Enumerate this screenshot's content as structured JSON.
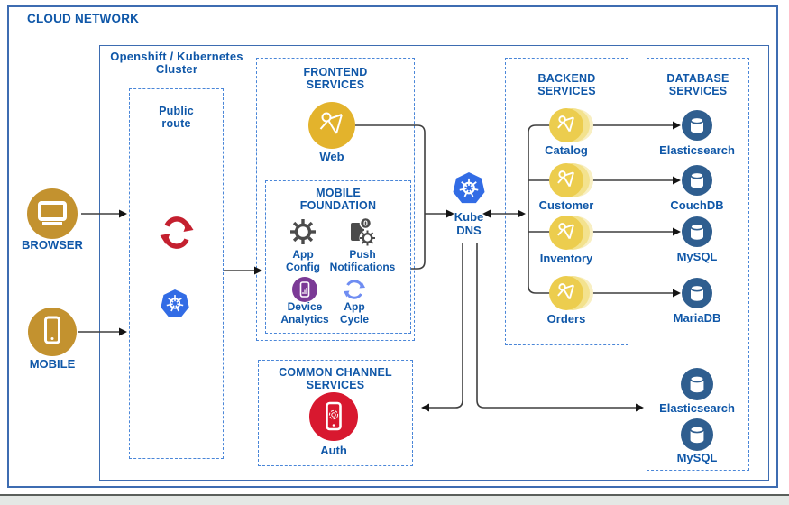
{
  "title": "CLOUD NETWORK",
  "colors": {
    "label_blue": "#0f57a8",
    "border_solid_blue": "#3d6cb1",
    "border_dashed_blue": "#4a86d8",
    "actor_gold": "#c3922f",
    "service_gold": "#e3b32c",
    "backend_gold": "#eccd4e",
    "database_navy": "#2f5e8f",
    "auth_red": "#d8182f",
    "openshift_red": "#c4202f",
    "kubernetes_blue": "#326ce5",
    "analytics_purple": "#7b3a96",
    "gray_icon": "#4b4b4b",
    "connector_gray": "#3f3f3f"
  },
  "actors": {
    "browser_label": "BROWSER",
    "mobile_label": "MOBILE"
  },
  "cluster": {
    "title_line1": "Openshift / Kubernetes",
    "title_line2": "Cluster",
    "public_route": {
      "title_line1": "Public",
      "title_line2": "route"
    },
    "frontend": {
      "title_line1": "FRONTEND",
      "title_line2": "SERVICES",
      "web_label": "Web",
      "mobile_foundation": {
        "title_line1": "MOBILE",
        "title_line2": "FOUNDATION",
        "push_badge": "0",
        "items": [
          {
            "line1": "App",
            "line2": "Config"
          },
          {
            "line1": "Push",
            "line2": "Notifications"
          },
          {
            "line1": "Device",
            "line2": "Analytics"
          },
          {
            "line1": "App",
            "line2": "Cycle"
          }
        ]
      }
    },
    "common_channel": {
      "title_line1": "COMMON CHANNEL",
      "title_line2": "SERVICES",
      "auth_label": "Auth"
    },
    "kube_dns": {
      "line1": "Kube",
      "line2": "DNS"
    },
    "backend": {
      "title_line1": "BACKEND",
      "title_line2": "SERVICES",
      "services": [
        "Catalog",
        "Customer",
        "Inventory",
        "Orders"
      ]
    },
    "database": {
      "title_line1": "DATABASE",
      "title_line2": "SERVICES",
      "databases": [
        "Elasticsearch",
        "CouchDB",
        "MySQL",
        "MariaDB"
      ],
      "extra_databases": [
        "Elasticsearch",
        "MySQL"
      ]
    }
  }
}
